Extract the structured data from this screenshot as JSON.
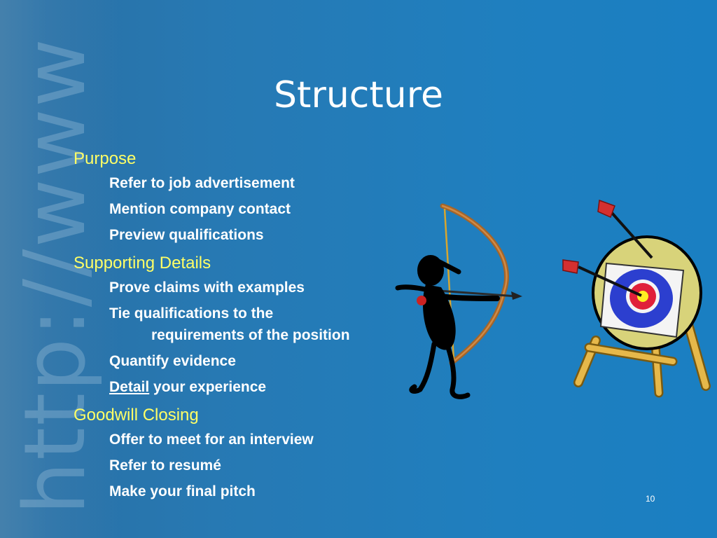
{
  "slide": {
    "title": "Structure",
    "watermark": "http://www",
    "page_number": "10",
    "sections": [
      {
        "heading": "Purpose",
        "items": [
          "Refer to job advertisement",
          "Mention company contact",
          "Preview qualifications"
        ]
      },
      {
        "heading": "Supporting Details",
        "items": [
          "Prove claims with examples",
          "Tie qualifications to the",
          "requirements of the position",
          "Quantify evidence",
          "Detail",
          "your experience"
        ]
      },
      {
        "heading": "Goodwill Closing",
        "items": [
          "Offer to meet for an interview",
          "Refer to resumé",
          "Make your final pitch"
        ]
      }
    ]
  },
  "colors": {
    "background": "#1f7fbf",
    "heading": "#ffff66",
    "body_text": "#ffffff"
  },
  "icons": [
    "archer-clipart",
    "archery-target-clipart"
  ]
}
